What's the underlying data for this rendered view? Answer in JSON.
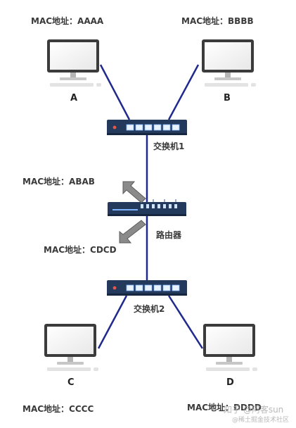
{
  "hosts": {
    "a": {
      "name": "A",
      "mac": "MAC地址：AAAA"
    },
    "b": {
      "name": "B",
      "mac": "MAC地址：BBBB"
    },
    "c": {
      "name": "C",
      "mac": "MAC地址：CCCC"
    },
    "d": {
      "name": "D",
      "mac": "MAC地址：DDDD"
    }
  },
  "switch1": {
    "label": "交换机1"
  },
  "switch2": {
    "label": "交换机2"
  },
  "router": {
    "label": "路由器",
    "mac_upper": "MAC地址：ABAB",
    "mac_lower": "MAC地址：CDCD"
  },
  "watermark": {
    "line1": "知乎 @阿客sun",
    "line2": "@稀土掘金技术社区"
  },
  "colors": {
    "link": "#1f2a8c",
    "device": "#233a5c",
    "port": "#7fb4ff",
    "arrow": "#8a8a8a"
  }
}
